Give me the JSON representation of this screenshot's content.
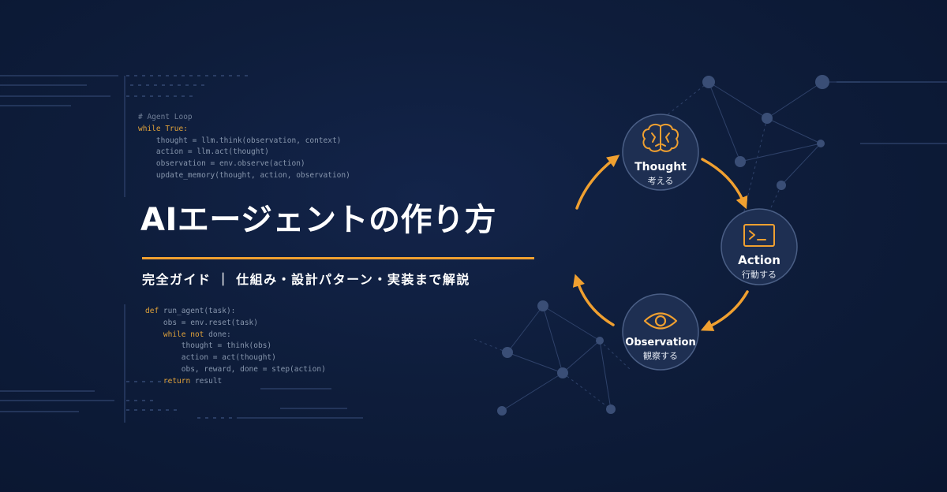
{
  "code_top": {
    "line1": "# Agent Loop",
    "line2_kw": "while True:",
    "line3": "thought = llm.think(observation, context)",
    "line4": "action = llm.act(thought)",
    "line5": "observation = env.observe(action)",
    "line6": "update_memory(thought, action, observation)"
  },
  "code_bottom": {
    "def_kw": "def",
    "def_rest": " run_agent(task):",
    "obs_reset": "obs = env.reset(task)",
    "while_kw": "while",
    "not_kw": "not",
    "while_rest": " done:",
    "thought": "thought = think(obs)",
    "action": "action = act(thought)",
    "step": "obs, reward, done = step(action)",
    "return_kw": "return",
    "return_rest": " result"
  },
  "title": "AIエージェントの作り方",
  "subtitle": "完全ガイド ｜ 仕組み・設計パターン・実装まで解説",
  "cycle": {
    "thought": {
      "title": "Thought",
      "sub": "考える",
      "icon": "brain-icon"
    },
    "action": {
      "title": "Action",
      "sub": "行動する",
      "icon": "terminal-icon"
    },
    "observation": {
      "title": "Observation",
      "sub": "観察する",
      "icon": "eye-icon"
    }
  },
  "colors": {
    "background": "#0e1d3b",
    "accent": "#f0a030",
    "node_fill": "#1e2f52",
    "node_stroke": "#4a5e85",
    "text": "#ffffff",
    "code_text": "#8796ad",
    "code_keyword": "#e0a23a"
  }
}
